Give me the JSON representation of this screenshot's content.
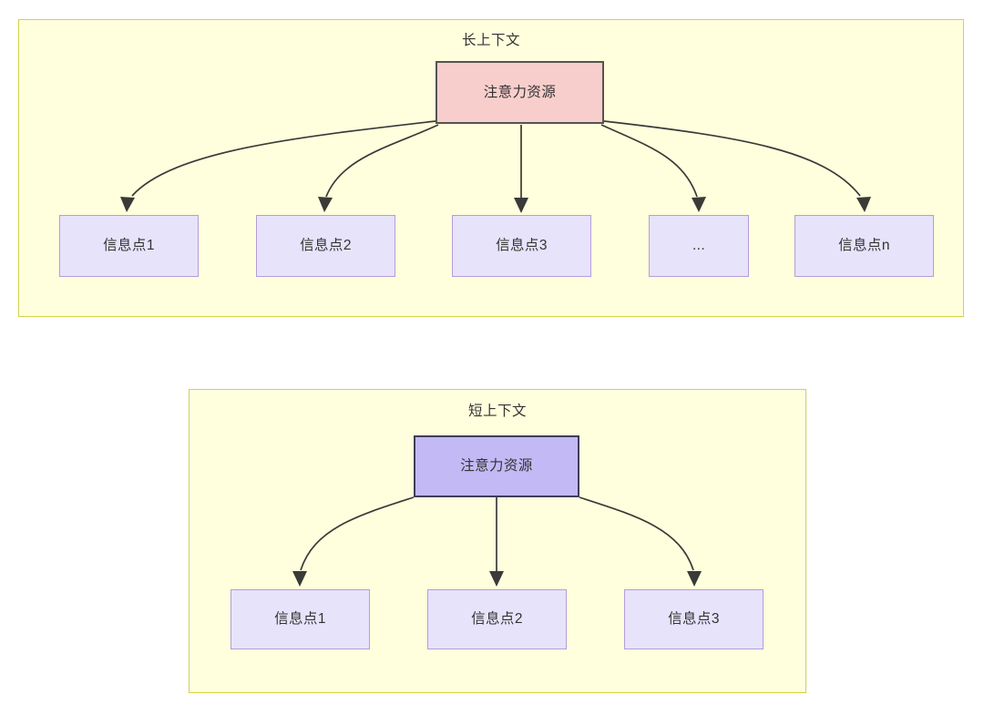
{
  "diagram": {
    "title_long": "长上下文",
    "title_short": "短上下文",
    "colors": {
      "panel_fill": "#ffffdd",
      "panel_border": "#d6d14a",
      "root_red_fill": "#f8cecc",
      "root_red_border": "#55544f",
      "root_purple_fill": "#c3b9f5",
      "root_purple_border": "#3f3d56",
      "leaf_fill": "#e7e3fb",
      "leaf_border": "#b39ddb",
      "edge_stroke": "#3a3a38",
      "text": "#333333"
    }
  },
  "panels": [
    {
      "id": "long-context",
      "title": "长上下文",
      "root": {
        "label": "注意力资源"
      },
      "leaves": [
        {
          "label": "信息点1"
        },
        {
          "label": "信息点2"
        },
        {
          "label": "信息点3"
        },
        {
          "label": "..."
        },
        {
          "label": "信息点n"
        }
      ]
    },
    {
      "id": "short-context",
      "title": "短上下文",
      "root": {
        "label": "注意力资源"
      },
      "leaves": [
        {
          "label": "信息点1"
        },
        {
          "label": "信息点2"
        },
        {
          "label": "信息点3"
        }
      ]
    }
  ]
}
